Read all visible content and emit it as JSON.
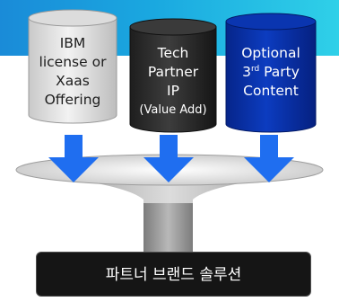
{
  "sources": [
    {
      "line1": "IBM",
      "line2": "license or",
      "line3": "Xaas",
      "line4": "Offering"
    },
    {
      "line1": "Tech",
      "line2": "Partner",
      "line3": "IP",
      "line4": "(Value Add)"
    },
    {
      "line1": "Optional",
      "line2_num": "3",
      "line2_sup": "rd",
      "line2_rest": " Party",
      "line3": "Content"
    }
  ],
  "result_label": "파트너 브랜드 솔루션",
  "colors": {
    "banner": "#1aa8e0",
    "cylinder_1": "#e6e6e6",
    "cylinder_2": "#2c2c2c",
    "cylinder_3": "#0a32a8",
    "arrows": "#1f6ef0",
    "result_box": "#151515"
  }
}
